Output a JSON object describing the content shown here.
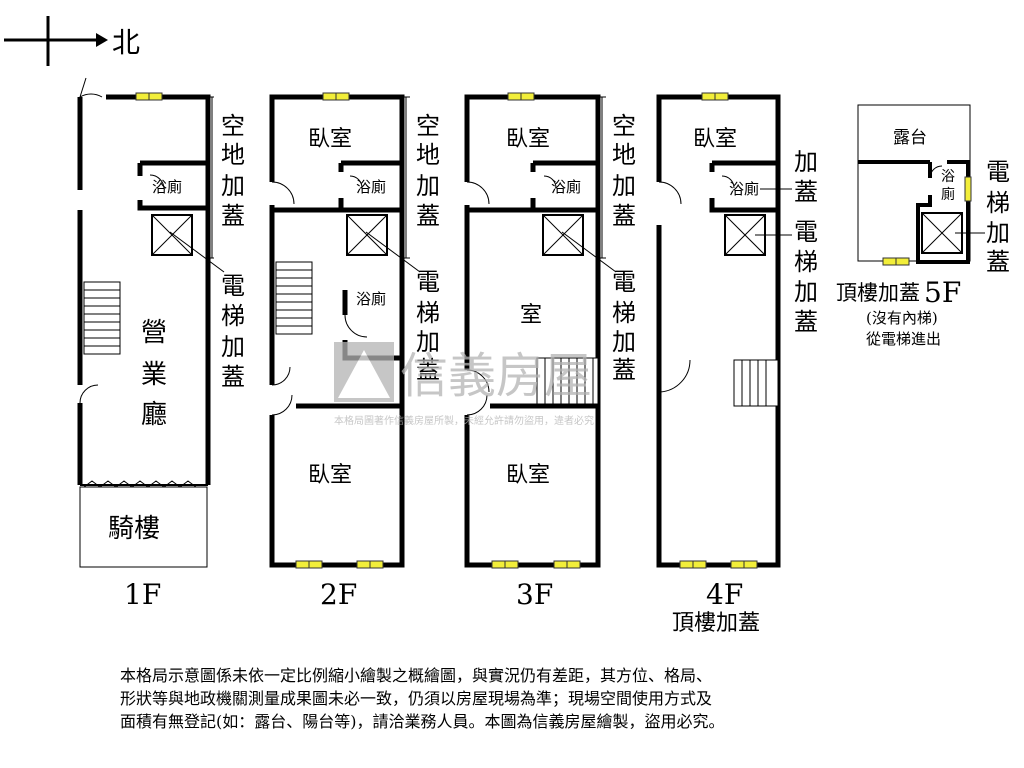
{
  "compass": {
    "north_label": "北"
  },
  "floors": {
    "f1": {
      "label": "1F",
      "main_hall": [
        "營",
        "業",
        "廳"
      ],
      "arcade": "騎樓",
      "bath": "浴廁",
      "side_empty": [
        "空",
        "地",
        "加",
        "蓋"
      ],
      "side_elevator": [
        "電",
        "梯",
        "加",
        "蓋"
      ]
    },
    "f2": {
      "label": "2F",
      "bedroom_top": "臥室",
      "bath_top": "浴廁",
      "bath_mid": "浴廁",
      "bedroom_bottom": "臥室",
      "side_empty": [
        "空",
        "地",
        "加",
        "蓋"
      ],
      "side_elevator": [
        "電",
        "梯",
        "加",
        "蓋"
      ]
    },
    "f3": {
      "label": "3F",
      "bedroom_top": "臥室",
      "bath": "浴廁",
      "room_mid": "室",
      "bedroom_bottom": "臥室",
      "side_empty": [
        "空",
        "地",
        "加",
        "蓋"
      ],
      "side_elevator": [
        "電",
        "梯",
        "加",
        "蓋"
      ]
    },
    "f4": {
      "label": "4F",
      "sublabel": "頂樓加蓋",
      "bedroom_top": "臥室",
      "bath": "浴廁",
      "side_added": [
        "加",
        "蓋"
      ],
      "side_elevator": [
        "電",
        "梯",
        "加",
        "蓋"
      ]
    },
    "f5": {
      "title_prefix": "頂樓加蓋",
      "title_floor": "5F",
      "terrace": "露台",
      "bath": [
        "浴",
        "廁"
      ],
      "side_elevator": [
        "電",
        "梯",
        "加",
        "蓋"
      ],
      "note_line1": "(沒有內梯)",
      "note_line2": "從電梯進出"
    }
  },
  "watermark": {
    "brand": "信義房屋",
    "small": "本格局圖著作信義房屋所製，未經允許請勿盜用，違者必究"
  },
  "disclaimer": [
    "本格局示意圖係未依一定比例縮小繪製之概繪圖，與實況仍有差距，其方位、格局、",
    "形狀等與地政機關測量成果圖未必一致，仍須以房屋現場為準；現場空間使用方式及",
    "面積有無登記(如：露台、陽台等)，請洽業務人員。本圖為信義房屋繪製，盜用必究。"
  ],
  "colors": {
    "window": "#f2ee3a",
    "wall": "#000000",
    "watermark": "#b4b4b4"
  }
}
